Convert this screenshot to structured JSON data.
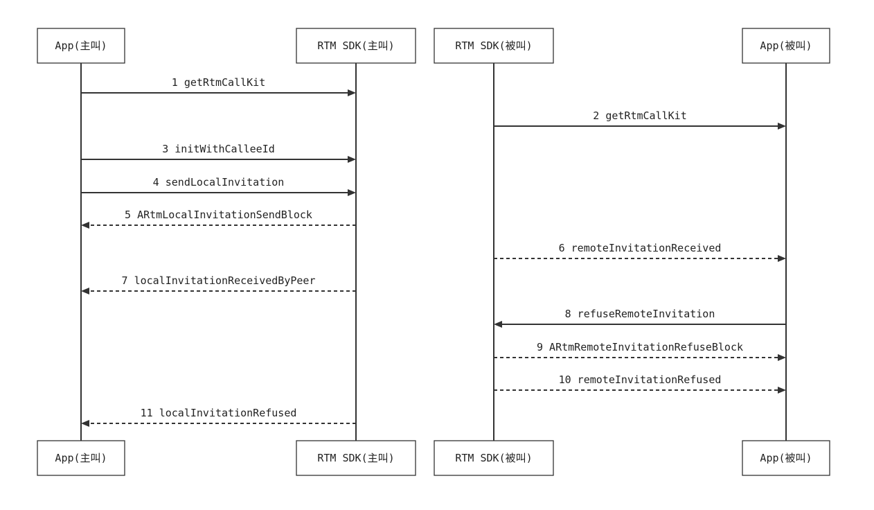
{
  "participants": [
    {
      "label": "App(主叫)"
    },
    {
      "label": "RTM SDK(主叫)"
    },
    {
      "label": "RTM SDK(被叫)"
    },
    {
      "label": "App(被叫)"
    }
  ],
  "messages": [
    {
      "label": "1 getRtmCallKit",
      "from": 0,
      "to": 1,
      "style": "solid"
    },
    {
      "label": "2 getRtmCallKit",
      "from": 2,
      "to": 3,
      "style": "solid"
    },
    {
      "label": "3 initWithCalleeId",
      "from": 0,
      "to": 1,
      "style": "solid"
    },
    {
      "label": "4 sendLocalInvitation",
      "from": 0,
      "to": 1,
      "style": "solid"
    },
    {
      "label": "5 ARtmLocalInvitationSendBlock",
      "from": 1,
      "to": 0,
      "style": "dashed"
    },
    {
      "label": "6 remoteInvitationReceived",
      "from": 2,
      "to": 3,
      "style": "dashed"
    },
    {
      "label": "7 localInvitationReceivedByPeer",
      "from": 1,
      "to": 0,
      "style": "dashed"
    },
    {
      "label": "8 refuseRemoteInvitation",
      "from": 3,
      "to": 2,
      "style": "solid"
    },
    {
      "label": "9 ARtmRemoteInvitationRefuseBlock",
      "from": 2,
      "to": 3,
      "style": "dashed"
    },
    {
      "label": "10 remoteInvitationRefused",
      "from": 2,
      "to": 3,
      "style": "dashed"
    },
    {
      "label": "11 localInvitationRefused",
      "from": 1,
      "to": 0,
      "style": "dashed"
    }
  ]
}
